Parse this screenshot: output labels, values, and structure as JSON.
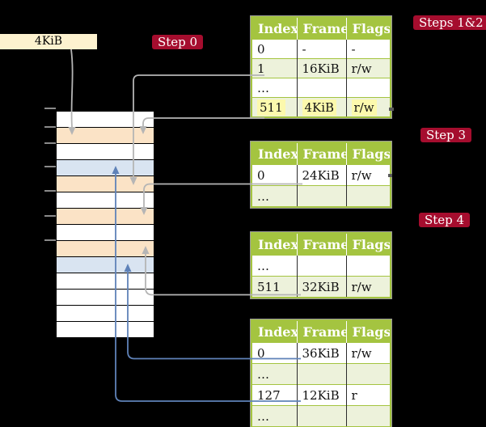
{
  "frame_label": {
    "text": "4KiB"
  },
  "badges": {
    "step0": "Step 0",
    "steps12": "Steps 1&2",
    "step3": "Step 3",
    "step4": "Step 4"
  },
  "table_headers": [
    "Index",
    "Frame",
    "Flags"
  ],
  "tables": [
    {
      "id": "table-1",
      "step": "Steps 1&2",
      "highlight_row": 3,
      "rows": [
        [
          "0",
          "-",
          "-"
        ],
        [
          "1",
          "16KiB",
          "r/w"
        ],
        [
          "…",
          "",
          ""
        ],
        [
          "511",
          "4KiB",
          "r/w"
        ]
      ]
    },
    {
      "id": "table-2",
      "step": "Step 3",
      "highlight_row": null,
      "rows": [
        [
          "0",
          "24KiB",
          "r/w"
        ],
        [
          "…",
          "",
          ""
        ]
      ]
    },
    {
      "id": "table-3",
      "step": "Step 4",
      "highlight_row": null,
      "rows": [
        [
          "…",
          "",
          ""
        ],
        [
          "511",
          "32KiB",
          "r/w"
        ]
      ]
    },
    {
      "id": "table-4",
      "step": null,
      "highlight_row": null,
      "rows": [
        [
          "0",
          "36KiB",
          "r/w"
        ],
        [
          "…",
          "",
          ""
        ],
        [
          "127",
          "12KiB",
          "r"
        ],
        [
          "…",
          "",
          ""
        ]
      ]
    }
  ],
  "memory": {
    "rows": [
      {
        "color": "white"
      },
      {
        "color": "peach"
      },
      {
        "color": "white"
      },
      {
        "color": "blue"
      },
      {
        "color": "peach"
      },
      {
        "color": "white"
      },
      {
        "color": "peach"
      },
      {
        "color": "white"
      },
      {
        "color": "peach"
      },
      {
        "color": "blue"
      },
      {
        "color": "white"
      },
      {
        "color": "white"
      },
      {
        "color": "white"
      },
      {
        "color": "white"
      }
    ]
  },
  "connections": [
    {
      "from": "4KiB label",
      "to_memory_row": 2,
      "color": "gray"
    },
    {
      "from": "table-1 entry 1 (16KiB)",
      "to_memory_row": 5,
      "color": "gray"
    },
    {
      "from": "table-1 entry 511 (4KiB)",
      "to_memory_row": 2,
      "color": "gray"
    },
    {
      "from": "table-2 entry 0 (24KiB)",
      "to_memory_row": 7,
      "color": "gray"
    },
    {
      "from": "table-3 entry 511 (32KiB)",
      "to_memory_row": 9,
      "color": "gray"
    },
    {
      "from": "table-4 entry 0 (36KiB)",
      "to_memory_row": 10,
      "color": "blue"
    },
    {
      "from": "table-4 entry 127 (12KiB)",
      "to_memory_row": 4,
      "color": "blue"
    }
  ],
  "colors": {
    "background": "#000000",
    "header_green": "#a4c440",
    "row_tint_green": "#edf2db",
    "frame_peach": "#fbe3c6",
    "frame_blue": "#d9e4f1",
    "label_cream": "#fdf2cf",
    "badge_red": "#a50d2e",
    "highlight_yellow": "#fcf9ad",
    "arrow_gray": "#b5b5b5",
    "arrow_blue": "#5f82b8"
  }
}
